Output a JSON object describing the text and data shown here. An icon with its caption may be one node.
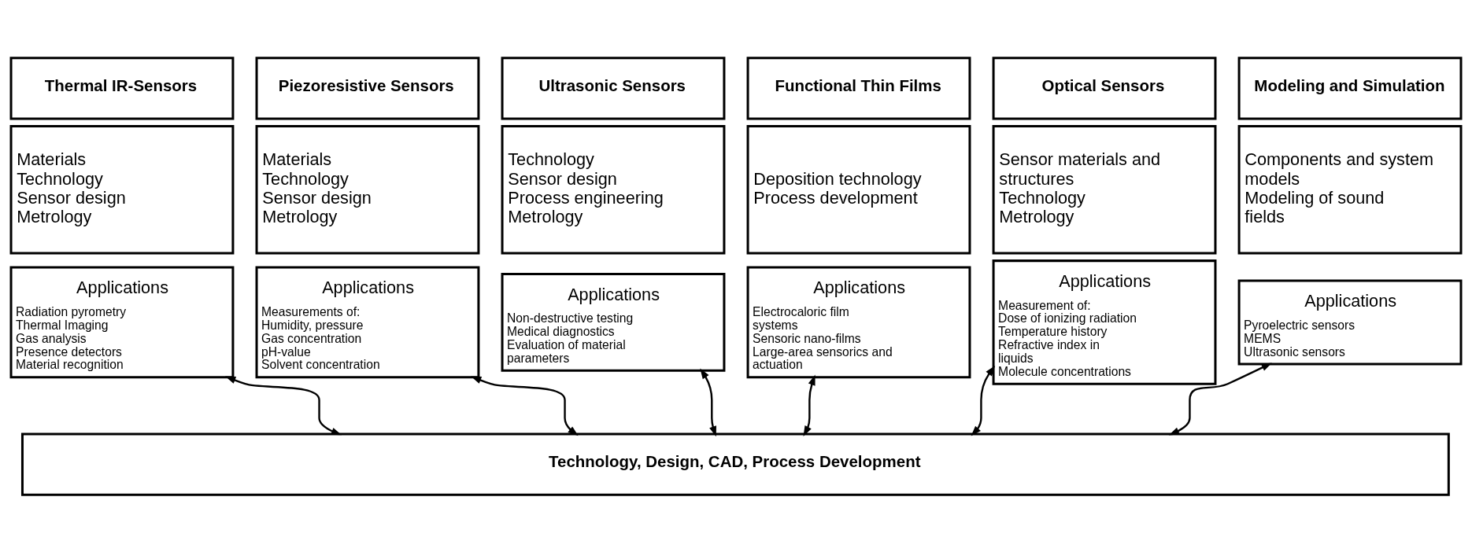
{
  "diagram": {
    "nodes": [
      {
        "text": [
          "Thermal IR-Sensors"
        ]
      },
      {
        "text": [
          "Materials",
          "Technology",
          "Sensor design",
          "Metrology"
        ]
      },
      {
        "text": [
          "Applications",
          "Radiation pyrometry",
          "Thermal Imaging",
          "Gas analysis",
          "Presence detectors",
          "Material recognition"
        ]
      },
      {
        "text": [
          "Piezoresistive Sensors"
        ]
      },
      {
        "text": [
          "Materials",
          "Technology",
          "Sensor design",
          "Metrology"
        ]
      },
      {
        "text": [
          "Applications",
          "Measurements of:",
          "Humidity, pressure",
          "Gas concentration",
          "pH-value",
          "Solvent concentration"
        ]
      },
      {
        "text": [
          "Ultrasonic Sensors"
        ]
      },
      {
        "text": [
          "Technology",
          "Sensor design",
          "Process engineering",
          "Metrology"
        ]
      },
      {
        "text": [
          "Applications",
          "Non-destructive testing",
          "Medical diagnostics",
          "Evaluation of material parameters"
        ]
      },
      {
        "text": [
          "Functional Thin Films"
        ]
      },
      {
        "text": [
          "Deposition technology",
          "Process development"
        ]
      },
      {
        "text": [
          "Applications",
          "Electrocaloric film systems",
          "Sensoric nano-films",
          "Large-area sensorics and actuation"
        ]
      },
      {
        "text": [
          "Optical Sensors"
        ]
      },
      {
        "text": [
          "Sensor materials and structures",
          "Technology",
          "Metrology"
        ]
      },
      {
        "text": [
          "Applications",
          "Measurement of:",
          "Dose of ionizing radiation",
          "Temperature history",
          "Refractive index in liquids",
          "Molecule concentrations"
        ]
      },
      {
        "text": [
          "Modeling and Simulation"
        ]
      },
      {
        "text": [
          "Components and system models",
          "Modeling of sound fields"
        ]
      },
      {
        "text": [
          "Applications",
          "Pyroelectric sensors",
          "MEMS",
          "Ultrasonic sensors"
        ]
      },
      {
        "text": [
          "Technology, Design, CAD, Process Development"
        ]
      }
    ],
    "edges": [
      {
        "from": 2,
        "to": 18,
        "arrow": "both"
      },
      {
        "from": 5,
        "to": 18,
        "arrow": "both"
      },
      {
        "from": 8,
        "to": 18,
        "arrow": "both"
      },
      {
        "from": 11,
        "to": 18,
        "arrow": "both"
      },
      {
        "from": 14,
        "to": 18,
        "arrow": "both"
      },
      {
        "from": 17,
        "to": 18,
        "arrow": "both"
      }
    ]
  }
}
